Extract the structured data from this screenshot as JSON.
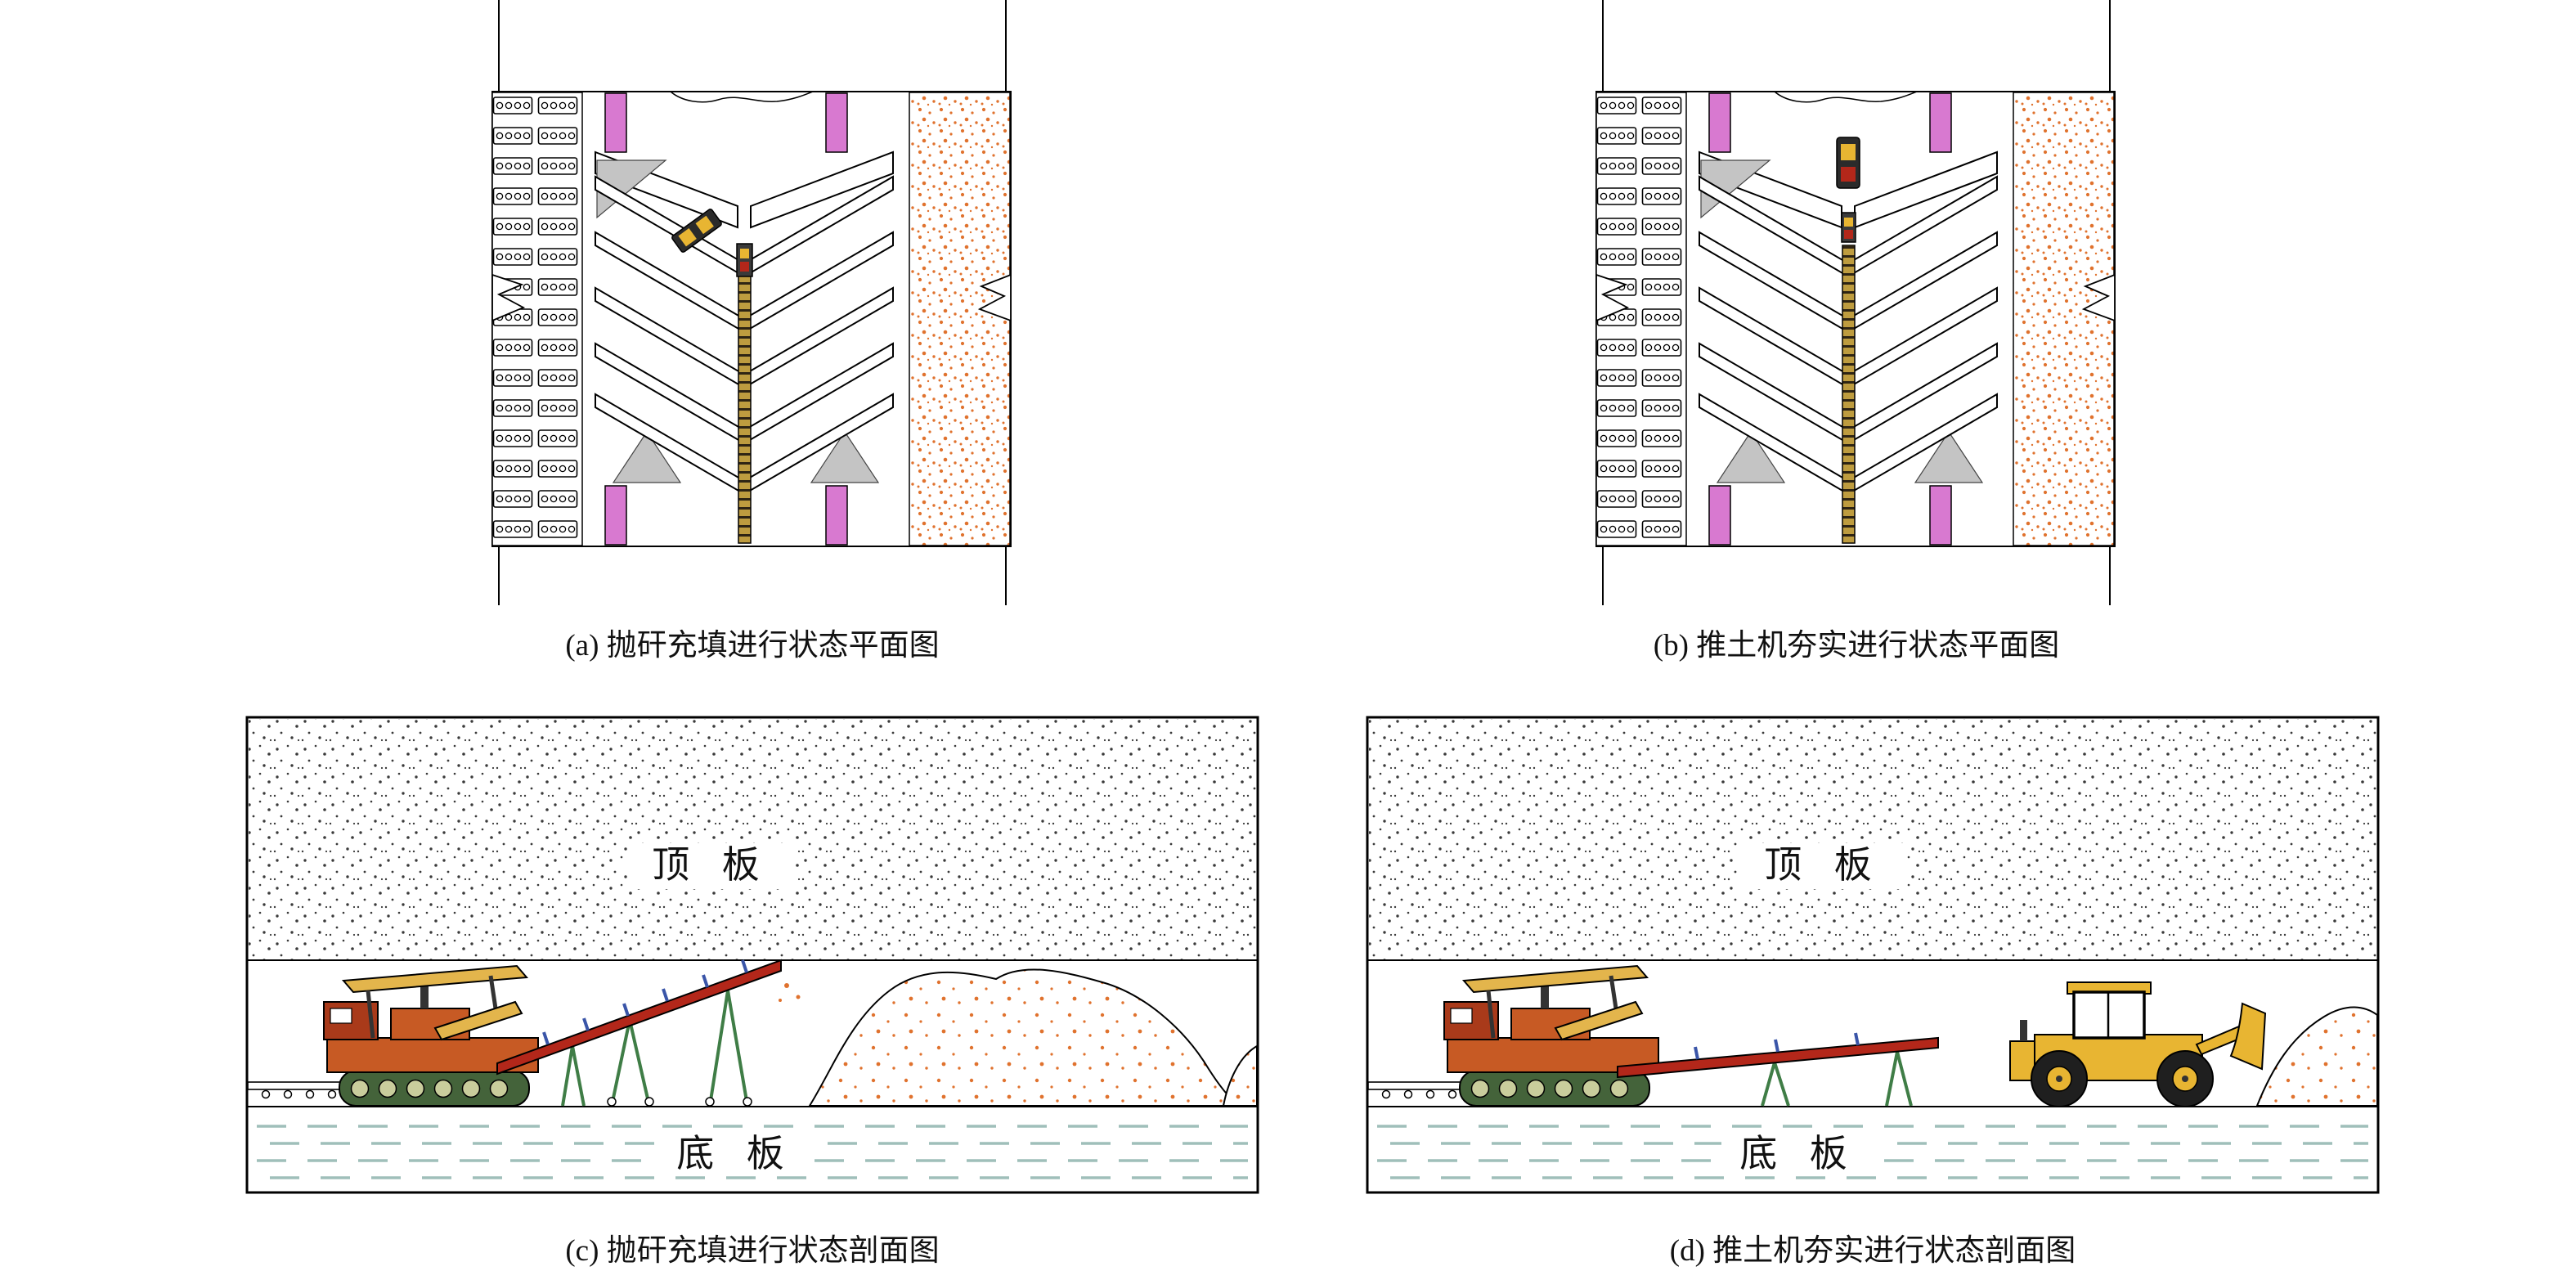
{
  "figures": {
    "a": {
      "caption": "(a) 抛矸充填进行状态平面图"
    },
    "b": {
      "caption": "(b) 推土机夯实进行状态平面图"
    },
    "c": {
      "caption": "(c) 抛矸充填进行状态剖面图",
      "roof_label": "顶 板",
      "floor_label": "底 板"
    },
    "d": {
      "caption": "(d) 推土机夯实进行状态剖面图",
      "roof_label": "顶 板",
      "floor_label": "底 板"
    }
  },
  "colors": {
    "pink": "#D879D0",
    "gangue-dot": "#E0722E",
    "roof-dot": "#3A3A3A",
    "machine-orange": "#C75A24",
    "machine-dark-red": "#A93A1A",
    "machine-yellow": "#E3B54C",
    "loader-yellow": "#E8B532",
    "conveyor-red": "#B3271A",
    "support-green": "#3F7D46",
    "ladder-brown": "#BE9C3F",
    "track-green": "#44633A",
    "floor-dash": "#9FBFBA",
    "gray-support": "#C4C4C4"
  }
}
